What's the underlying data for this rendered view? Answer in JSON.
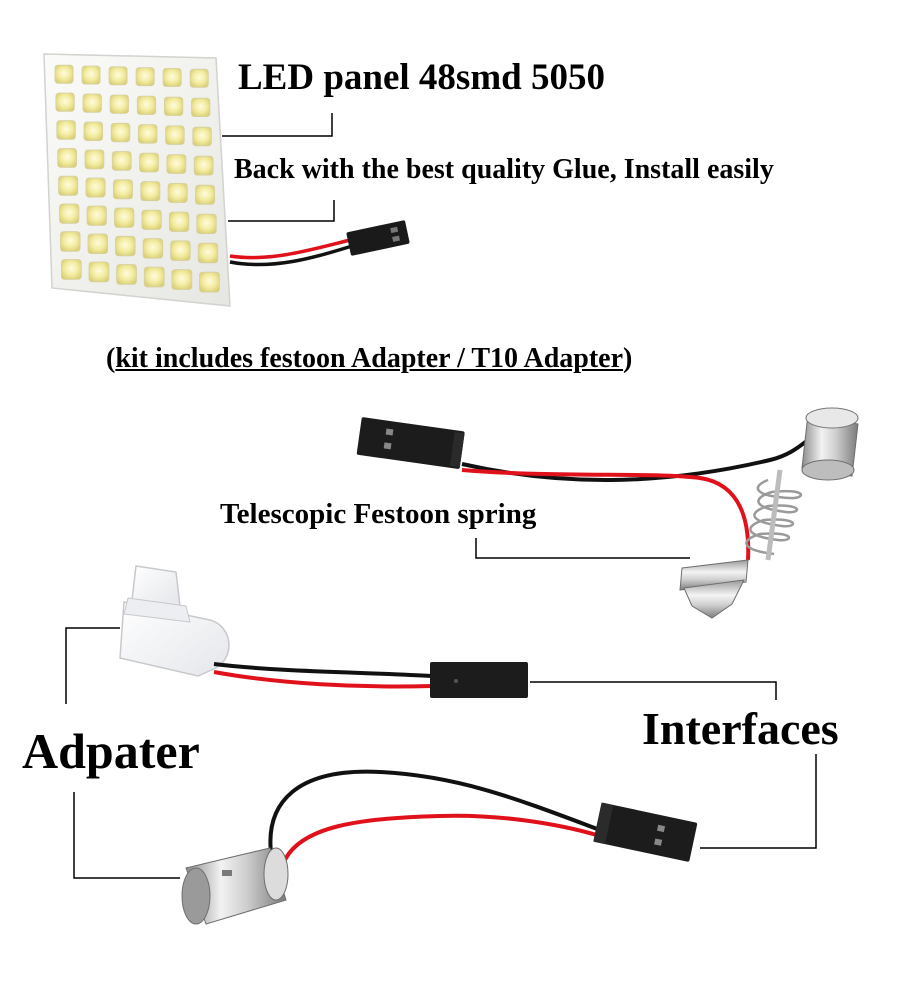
{
  "labels": {
    "title": "LED panel 48smd 5050",
    "subtitle": "Back with the best quality Glue, Install easily",
    "kit_open": "(",
    "kit_main": "kit includes festoon Adapter / T10 Adapter",
    "kit_close": ")",
    "spring": "Telescopic Festoon spring",
    "adapter": "Adpater",
    "interfaces": "Interfaces"
  },
  "led_panel": {
    "rows": 8,
    "cols": 6,
    "smd_count": 48,
    "chip": "5050"
  },
  "colors": {
    "background": "#ffffff",
    "text": "#000000",
    "wire_red": "#e0111b",
    "wire_black": "#111111",
    "connector": "#1a1a1a",
    "led_yellow": "#f3eca0",
    "panel_white": "#f4f4f2",
    "metal": "#cfcfcf"
  }
}
